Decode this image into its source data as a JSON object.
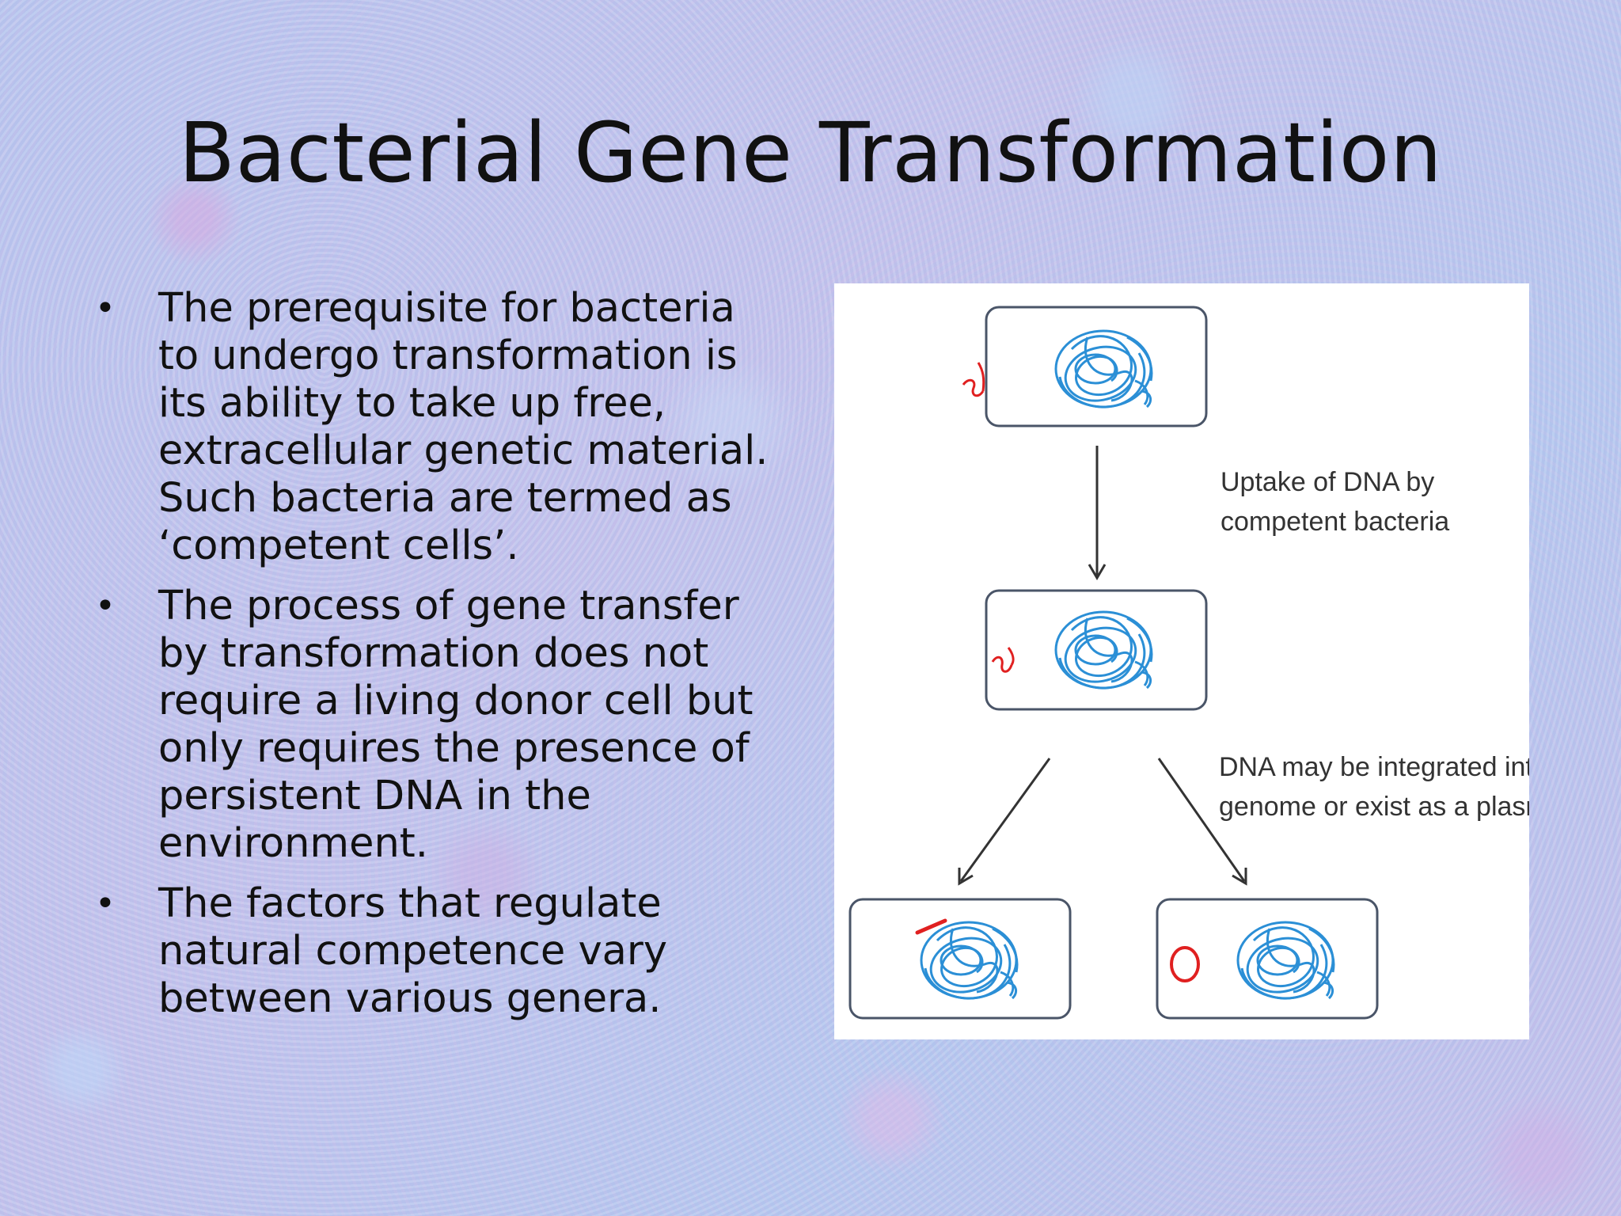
{
  "slide": {
    "title": "Bacterial Gene Transformation",
    "bullets": [
      "The prerequisite for bacteria to undergo transformation is its ability to take up free, extracellular genetic material. Such bacteria are termed as ‘competent cells’.",
      "The process of gene transfer by transformation does not require a living donor cell but only requires the presence of persistent DNA in the environment.",
      "The factors that regulate natural competence vary between various genera."
    ]
  },
  "figure": {
    "label_uptake_line1": "Uptake of DNA by",
    "label_uptake_line2": "competent bacteria",
    "label_fate_line1": "DNA may be integrated into",
    "label_fate_line2": "genome or exist as a plasmid",
    "colors": {
      "cell_outline": "#4a5568",
      "chromosome": "#2b8fd6",
      "foreign_dna": "#e02020",
      "arrow": "#333333"
    }
  }
}
